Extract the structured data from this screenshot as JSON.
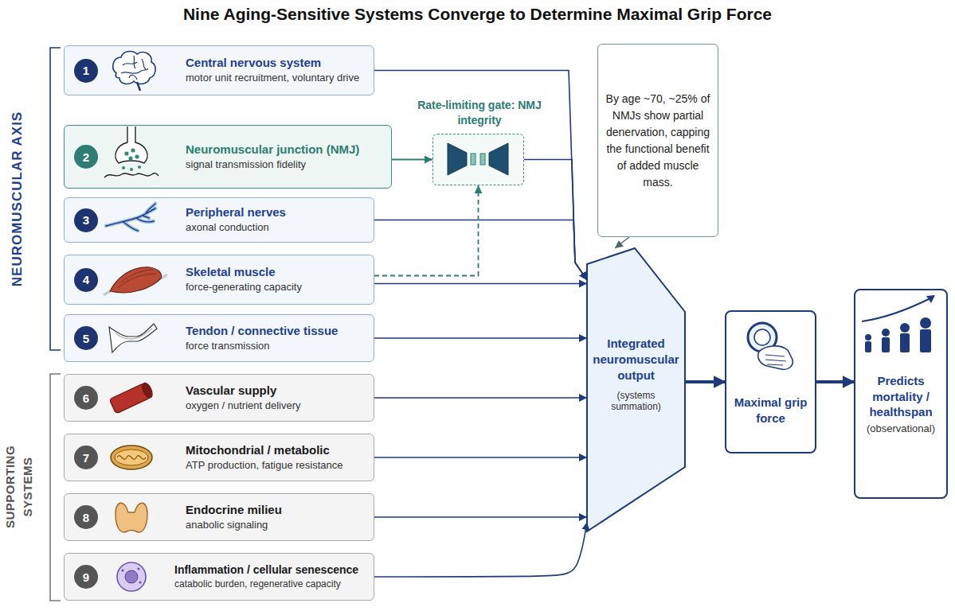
{
  "diagram": {
    "title": "Nine Aging-Sensitive Systems Converge to Determine Maximal Grip Force",
    "nodes": [
      {
        "text": [
          "Central nervous system",
          "motor unit recruitment, voluntary drive"
        ]
      },
      {
        "text": [
          "1"
        ],
        "in": 0
      },
      {
        "text": [
          "Neuromuscular junction (NMJ)",
          "signal transmission fidelity"
        ]
      },
      {
        "text": [
          "2"
        ],
        "in": 2
      },
      {
        "text": [
          "Peripheral nerves",
          "axonal conduction"
        ]
      },
      {
        "text": [
          "3"
        ],
        "in": 4
      },
      {
        "text": [
          "Skeletal muscle",
          "force-generating capacity"
        ]
      },
      {
        "text": [
          "4"
        ],
        "in": 6
      },
      {
        "text": [
          "Tendon / connective tissue",
          "force transmission"
        ]
      },
      {
        "text": [
          "5"
        ],
        "in": 8
      },
      {
        "text": [
          "Vascular supply",
          "oxygen / nutrient delivery"
        ]
      },
      {
        "text": [
          "6"
        ],
        "in": 10
      },
      {
        "text": [
          "Mitochondrial / metabolic",
          "ATP production, fatigue resistance"
        ]
      },
      {
        "text": [
          "7"
        ],
        "in": 12
      },
      {
        "text": [
          "Endocrine milieu",
          "anabolic signaling"
        ]
      },
      {
        "text": [
          "8"
        ],
        "in": 14
      },
      {
        "text": [
          "Inflammation / cellular senescence",
          "catabolic burden, regenerative capacity"
        ]
      },
      {
        "text": [
          "9"
        ],
        "in": 16
      },
      {
        "text": [
          "Rate-limiting gate: NMJ integrity"
        ]
      },
      {
        "text": [
          "By age ~70, ~25% of NMJs show partial denervation, capping the functional benefit of added muscle mass."
        ]
      },
      {
        "text": [
          "Integrated neuromuscular output",
          "(systems summation)"
        ]
      },
      {
        "text": [
          "Maximal grip force"
        ]
      },
      {
        "text": [
          "Predicts mortality / healthspan",
          "(observational)"
        ]
      }
    ],
    "edges": [
      {
        "from": 0,
        "to": 20,
        "arrow": "to"
      },
      {
        "from": 2,
        "to": 18,
        "arrow": "to"
      },
      {
        "from": 18,
        "to": 20,
        "arrow": "to"
      },
      {
        "from": 4,
        "to": 20,
        "arrow": "to"
      },
      {
        "from": 6,
        "to": 20,
        "arrow": "to"
      },
      {
        "from": 6,
        "to": 18,
        "arrow": "to"
      },
      {
        "from": 8,
        "to": 20,
        "arrow": "to"
      },
      {
        "from": 10,
        "to": 20,
        "arrow": "to"
      },
      {
        "from": 12,
        "to": 20,
        "arrow": "to"
      },
      {
        "from": 14,
        "to": 20,
        "arrow": "to"
      },
      {
        "from": 16,
        "to": 20,
        "arrow": "to"
      },
      {
        "from": 19,
        "to": 20,
        "arrow": "to"
      },
      {
        "from": 20,
        "to": 21,
        "arrow": "to"
      },
      {
        "from": 21,
        "to": 22,
        "arrow": "to"
      }
    ],
    "labels": [
      "NEUROMUSCULAR AXIS",
      "SUPPORTING SYSTEMS"
    ]
  }
}
